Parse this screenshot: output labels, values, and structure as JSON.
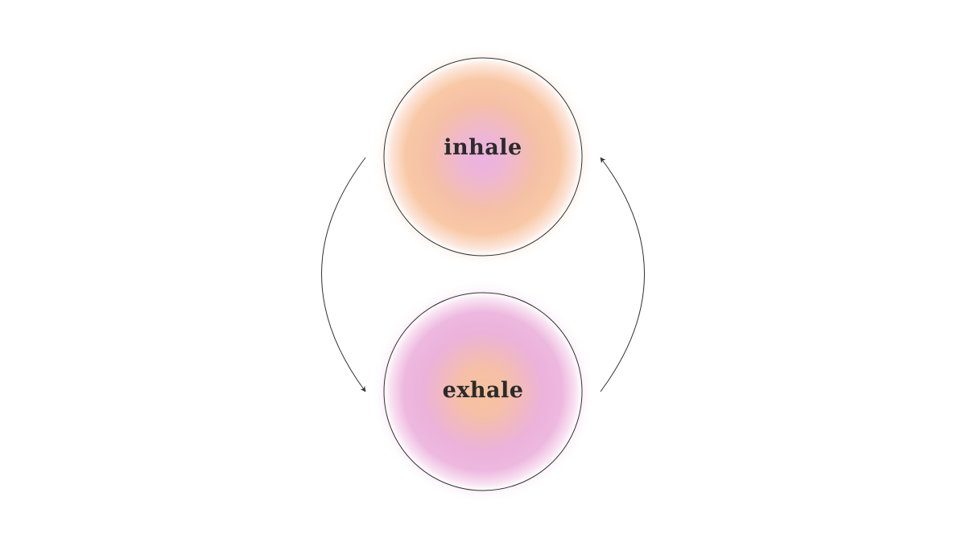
{
  "diagram": {
    "nodes": [
      {
        "id": "inhale",
        "label": "inhale",
        "inner_color": "#EBB3DF",
        "outer_color": "#F7C39D"
      },
      {
        "id": "exhale",
        "label": "exhale",
        "inner_color": "#F7C39D",
        "outer_color": "#EBB3DF"
      }
    ],
    "edges": [
      {
        "from": "inhale",
        "to": "exhale",
        "side": "left"
      },
      {
        "from": "exhale",
        "to": "inhale",
        "side": "right"
      }
    ],
    "colors": {
      "outline": "#333333",
      "arrow": "#333333",
      "text": "#2b2b2b",
      "background": "#ffffff"
    }
  }
}
